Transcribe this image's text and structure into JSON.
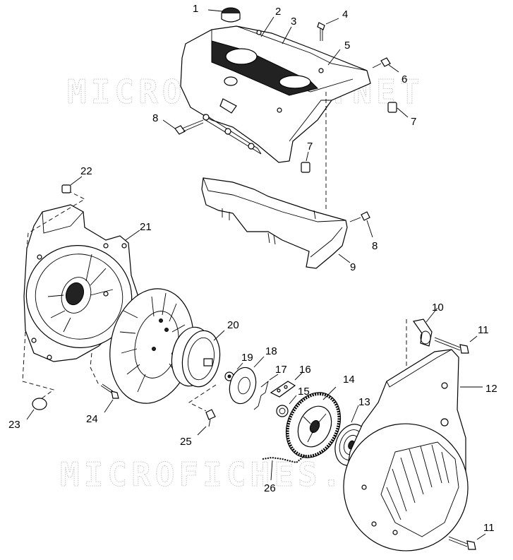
{
  "watermark": "MICROFICHES.NET",
  "callouts": [
    {
      "id": "1",
      "text": "1"
    },
    {
      "id": "2",
      "text": "2"
    },
    {
      "id": "3",
      "text": "3"
    },
    {
      "id": "4",
      "text": "4"
    },
    {
      "id": "5",
      "text": "5"
    },
    {
      "id": "6",
      "text": "6"
    },
    {
      "id": "7a",
      "text": "7"
    },
    {
      "id": "7b",
      "text": "7"
    },
    {
      "id": "8a",
      "text": "8"
    },
    {
      "id": "8b",
      "text": "8"
    },
    {
      "id": "9",
      "text": "9"
    },
    {
      "id": "10",
      "text": "10"
    },
    {
      "id": "11a",
      "text": "11"
    },
    {
      "id": "11b",
      "text": "11"
    },
    {
      "id": "12",
      "text": "12"
    },
    {
      "id": "13",
      "text": "13"
    },
    {
      "id": "14",
      "text": "14"
    },
    {
      "id": "15",
      "text": "15"
    },
    {
      "id": "16",
      "text": "16"
    },
    {
      "id": "17",
      "text": "17"
    },
    {
      "id": "18",
      "text": "18"
    },
    {
      "id": "19",
      "text": "19"
    },
    {
      "id": "20",
      "text": "20"
    },
    {
      "id": "21",
      "text": "21"
    },
    {
      "id": "22",
      "text": "22"
    },
    {
      "id": "23",
      "text": "23"
    },
    {
      "id": "24",
      "text": "24"
    },
    {
      "id": "25",
      "text": "25"
    },
    {
      "id": "26",
      "text": "26"
    }
  ]
}
